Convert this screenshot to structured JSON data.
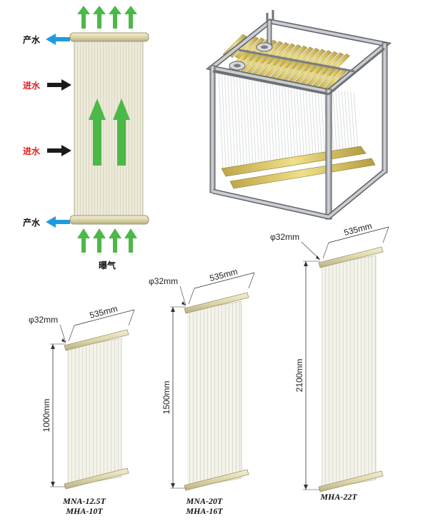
{
  "flow_diagram": {
    "labels": {
      "product_top": "产水",
      "inlet_upper": "进水",
      "inlet_lower": "进水",
      "product_bottom": "产水",
      "aeration": "曝气"
    },
    "colors": {
      "product_arrow": "#1e9be0",
      "inlet_arrow": "#1a1a1a",
      "flow_arrow": "#4cb847",
      "inlet_text": "#e02020",
      "product_text": "#111111",
      "membrane": "#e9e6d4",
      "header": "#e8e2bf"
    }
  },
  "modules": [
    {
      "diameter": "φ32mm",
      "width": "535mm",
      "height": "1000mm",
      "models": [
        "MNA-12.5T",
        "MHA-10T"
      ]
    },
    {
      "diameter": "φ32mm",
      "width": "535mm",
      "height": "1500mm",
      "models": [
        "MNA-20T",
        "MHA-16T"
      ]
    },
    {
      "diameter": "φ32mm",
      "width": "535mm",
      "height": "2100mm",
      "models": [
        "MHA-22T"
      ]
    }
  ]
}
